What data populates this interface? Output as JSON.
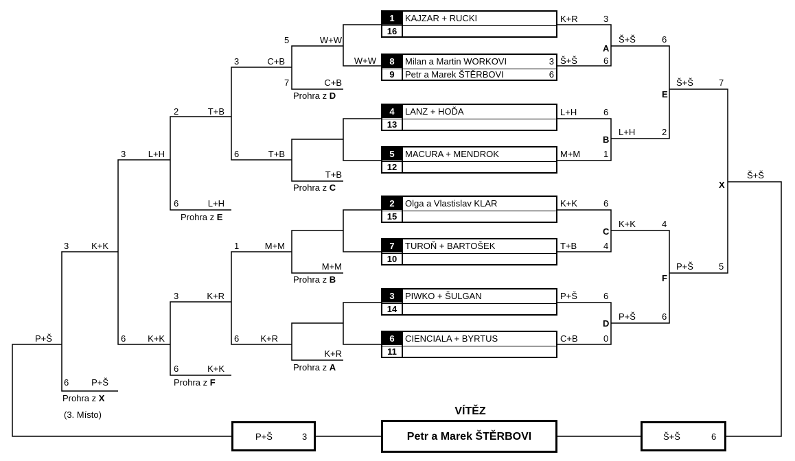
{
  "seeds": [
    {
      "top": {
        "num": "1",
        "name": "KAJZAR + RUCKI",
        "score": ""
      },
      "bottom": {
        "num": "16",
        "name": "",
        "score": ""
      }
    },
    {
      "top": {
        "num": "8",
        "name": "Milan a Martin WORKOVI",
        "score": "3"
      },
      "bottom": {
        "num": "9",
        "name": "Petr a Marek ŠTĚRBOVI",
        "score": "6"
      }
    },
    {
      "top": {
        "num": "4",
        "name": "LANZ + HOĎA",
        "score": ""
      },
      "bottom": {
        "num": "13",
        "name": "",
        "score": ""
      }
    },
    {
      "top": {
        "num": "5",
        "name": "MACURA + MENDROK",
        "score": ""
      },
      "bottom": {
        "num": "12",
        "name": "",
        "score": ""
      }
    },
    {
      "top": {
        "num": "2",
        "name": "Olga a Vlastislav KLAR",
        "score": ""
      },
      "bottom": {
        "num": "15",
        "name": "",
        "score": ""
      }
    },
    {
      "top": {
        "num": "7",
        "name": "TUROŇ + BARTOŠEK",
        "score": ""
      },
      "bottom": {
        "num": "10",
        "name": "",
        "score": ""
      }
    },
    {
      "top": {
        "num": "3",
        "name": "PIWKO + ŠULGAN",
        "score": ""
      },
      "bottom": {
        "num": "14",
        "name": "",
        "score": ""
      }
    },
    {
      "top": {
        "num": "6",
        "name": "CIENCIALA + BYRTUS",
        "score": ""
      },
      "bottom": {
        "num": "11",
        "name": "",
        "score": ""
      }
    }
  ],
  "right_bracket": {
    "r1": [
      {
        "team": "K+R",
        "score": "3"
      },
      {
        "team": "Š+Š",
        "score": "6"
      },
      {
        "team": "L+H",
        "score": "6"
      },
      {
        "team": "M+M",
        "score": "1"
      },
      {
        "team": "K+K",
        "score": "6"
      },
      {
        "team": "T+B",
        "score": "4"
      },
      {
        "team": "P+Š",
        "score": "6"
      },
      {
        "team": "C+B",
        "score": "0"
      }
    ],
    "r2": [
      {
        "team": "Š+Š",
        "score": "6"
      },
      {
        "team": "L+H",
        "score": "2"
      },
      {
        "team": "K+K",
        "score": "4"
      },
      {
        "team": "P+Š",
        "score": "6"
      }
    ],
    "r3": [
      {
        "team": "Š+Š",
        "score": "7"
      },
      {
        "team": "P+Š",
        "score": "5"
      }
    ],
    "r4": {
      "team": "Š+Š"
    },
    "match_letters": [
      "A",
      "B",
      "C",
      "D",
      "E",
      "F",
      "X"
    ]
  },
  "left_bracket": {
    "c1_top": {
      "score": "5",
      "team": "W+W"
    },
    "c1_bot": {
      "score": "",
      "team": "W+W"
    },
    "c2_top": {
      "score": "7",
      "team": "C+B"
    },
    "c3_top": {
      "score": "",
      "team": "T+B"
    },
    "c4_top": {
      "score": "",
      "team": "M+M"
    },
    "c5_top": {
      "score": "",
      "team": "K+R"
    },
    "r2_cd": {
      "score": "3",
      "team": "C+B"
    },
    "r2_tb": {
      "score": "6",
      "team": "T+B"
    },
    "r2_mm": {
      "score": "1",
      "team": "M+M"
    },
    "r2_kr": {
      "score": "6",
      "team": "K+R"
    },
    "r3_tb": {
      "score": "2",
      "team": "T+B"
    },
    "r3_lh": {
      "score": "6",
      "team": "L+H"
    },
    "r3_kr": {
      "score": "3",
      "team": "K+R"
    },
    "r3_kk": {
      "score": "6",
      "team": "K+K"
    },
    "r4_lh": {
      "score": "3",
      "team": "L+H"
    },
    "r4_kk": {
      "score": "6",
      "team": "K+K"
    },
    "r5_kk": {
      "score": "3",
      "team": "K+K"
    },
    "r5_ps": {
      "score": "6",
      "team": "P+Š"
    },
    "left_final": {
      "team": "P+Š"
    },
    "loser_from": "Prohra z",
    "losers": [
      "D",
      "C",
      "E",
      "B",
      "A",
      "F",
      "X"
    ],
    "third_place": "(3. Místo)"
  },
  "winner": {
    "label": "VÍTĚZ",
    "name": "Petr a Marek ŠTĚRBOVI"
  },
  "final_left": {
    "team": "P+Š",
    "score": "3"
  },
  "final_right": {
    "team": "Š+Š",
    "score": "6"
  }
}
